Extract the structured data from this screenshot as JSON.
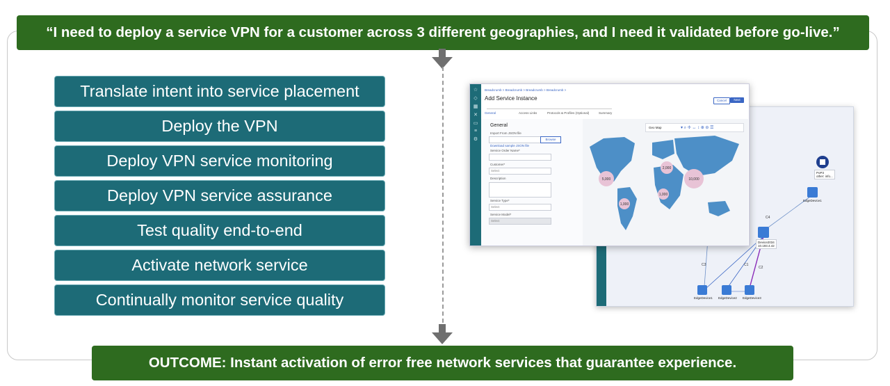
{
  "header": {
    "quote": "“I need to deploy a service VPN for a customer across 3 different geographies, and I need it validated before go-live.”"
  },
  "steps": [
    "Translate intent into service placement",
    "Deploy the VPN",
    "Deploy VPN service monitoring",
    "Deploy VPN service assurance",
    "Test quality end-to-end",
    "Activate network service",
    "Continually monitor service quality"
  ],
  "footer": {
    "outcome": "OUTCOME: Instant activation of error free network services that guarantee experience."
  },
  "colors": {
    "banner_green": "#2e6b1f",
    "step_teal": "#1d6b77",
    "accent_blue": "#3a66c4",
    "map_blue": "#4d8fc7"
  },
  "mockup": {
    "breadcrumb": "Breadcrumb > Breadcrumb > Breadcrumb > Breadcrumb >",
    "title": "Add Service Instance",
    "cancel": "Cancel",
    "next": "Next",
    "steps": [
      "General",
      "Access Links",
      "Protocols & Profiles (Optional)",
      "Summary"
    ],
    "section": "General",
    "import_label": "Import From JSON file",
    "browse": "Browse",
    "download_link": "Download sample JSON file",
    "service_order_label": "Service Order Name*",
    "customer_label": "Customer*",
    "select_placeholder": "Select",
    "description_label": "Description",
    "service_type_label": "Service Type*",
    "service_model_label": "Service Model*",
    "map_select": "Geo Map",
    "bubbles": [
      "5,000",
      "2,000",
      "10,000",
      "1,000",
      "1,000"
    ],
    "topology": {
      "pop": "PoP3",
      "pop_sub": "other: info...",
      "edge1": "EdgeDevice1",
      "device": "Device2034",
      "device_ip": "10.193.4.42",
      "edge_a": "EdgeDevice1",
      "edge_b": "EdgeDevice2",
      "edge_c": "EdgeDevice3",
      "links": [
        "C4",
        "C3",
        "C1",
        "C2"
      ]
    }
  }
}
